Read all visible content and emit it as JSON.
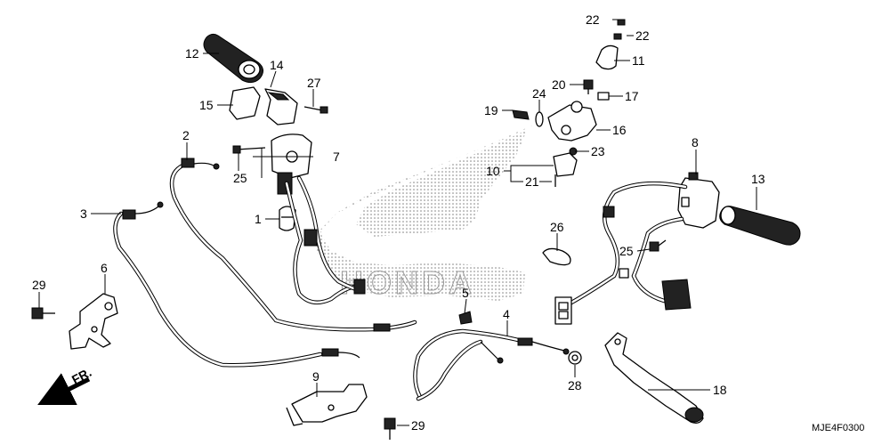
{
  "diagram": {
    "code": "MJE4F0300",
    "watermark": "HONDA",
    "direction": "FR.",
    "callouts": {
      "c1": "1",
      "c2": "2",
      "c3": "3",
      "c4": "4",
      "c5": "5",
      "c6": "6",
      "c7": "7",
      "c8": "8",
      "c9": "9",
      "c10": "10",
      "c11": "11",
      "c12": "12",
      "c13": "13",
      "c14": "14",
      "c15": "15",
      "c16": "16",
      "c17": "17",
      "c18": "18",
      "c19": "19",
      "c20": "20",
      "c21": "21",
      "c22a": "22",
      "c22b": "22",
      "c23": "23",
      "c24": "24",
      "c25a": "25",
      "c25b": "25",
      "c26": "26",
      "c27": "27",
      "c28": "28",
      "c29a": "29",
      "c29b": "29"
    }
  }
}
